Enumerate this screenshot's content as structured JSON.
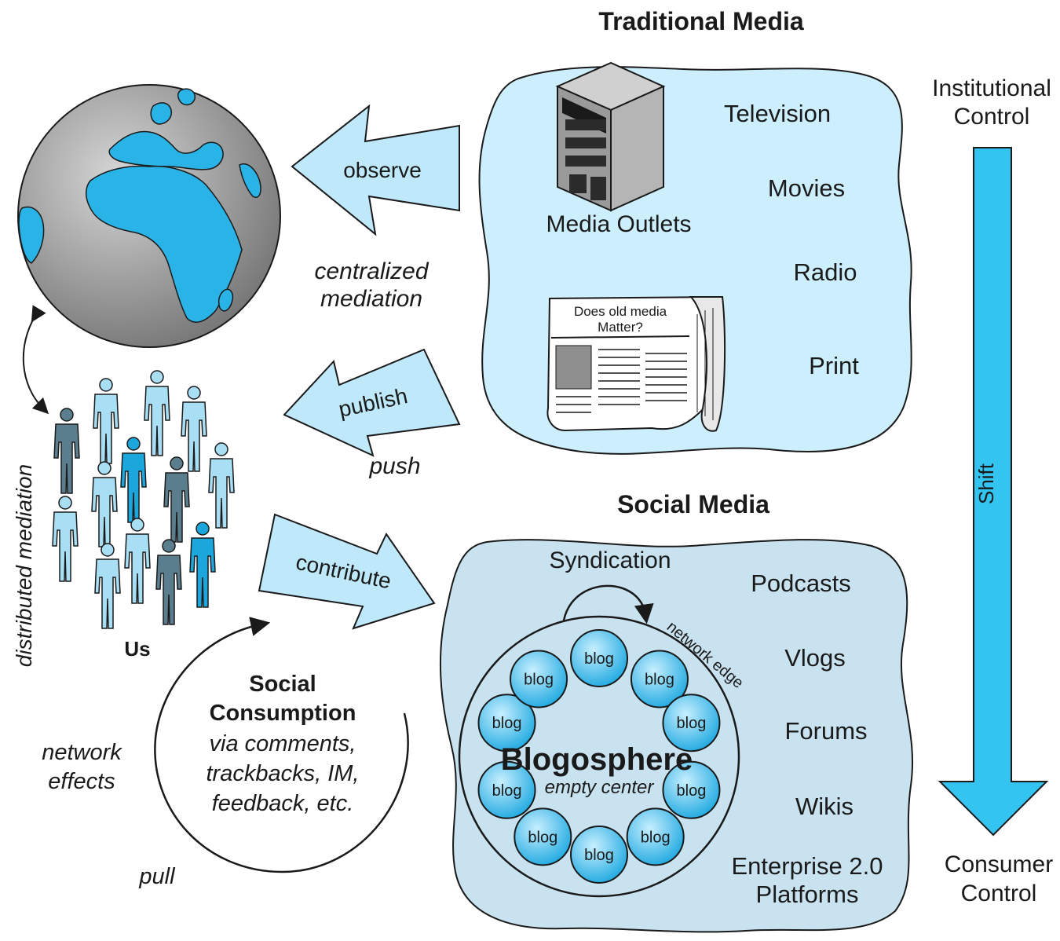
{
  "traditional": {
    "title": "Traditional Media",
    "outlets_label": "Media Outlets",
    "items": [
      "Television",
      "Movies",
      "Radio",
      "Print"
    ],
    "newspaper_headline_1": "Does old media",
    "newspaper_headline_2": "Matter?"
  },
  "control": {
    "top_1": "Institutional",
    "top_2": "Control",
    "shift": "Shift",
    "bottom_1": "Consumer",
    "bottom_2": "Control"
  },
  "arrows": {
    "observe": "observe",
    "publish": "publish",
    "contribute": "contribute"
  },
  "labels": {
    "centralized_1": "centralized",
    "centralized_2": "mediation",
    "push": "push",
    "pull": "pull",
    "us": "Us",
    "distributed": "distributed mediation",
    "network_effects_1": "network",
    "network_effects_2": "effects"
  },
  "social_consumption": {
    "title_1": "Social",
    "title_2": "Consumption",
    "line_1": "via comments,",
    "line_2": "trackbacks, IM,",
    "line_3": "feedback, etc."
  },
  "social": {
    "title": "Social Media",
    "syndication": "Syndication",
    "network_edge": "network edge",
    "blogosphere": "Blogosphere",
    "empty_center": "empty center",
    "blog_label": "blog",
    "items": [
      "Podcasts",
      "Vlogs",
      "Forums",
      "Wikis"
    ],
    "enterprise_1": "Enterprise 2.0",
    "enterprise_2": "Platforms"
  },
  "colors": {
    "light_blue": "#cdeefc",
    "social_fill": "#c9e2f0",
    "arrow_fill": "#bfe8fa",
    "shift_arrow": "#33c4f2",
    "blog_bubble": "#2fb8ea",
    "ocean": "#2ab3e6",
    "land": "#8f8f8f"
  }
}
